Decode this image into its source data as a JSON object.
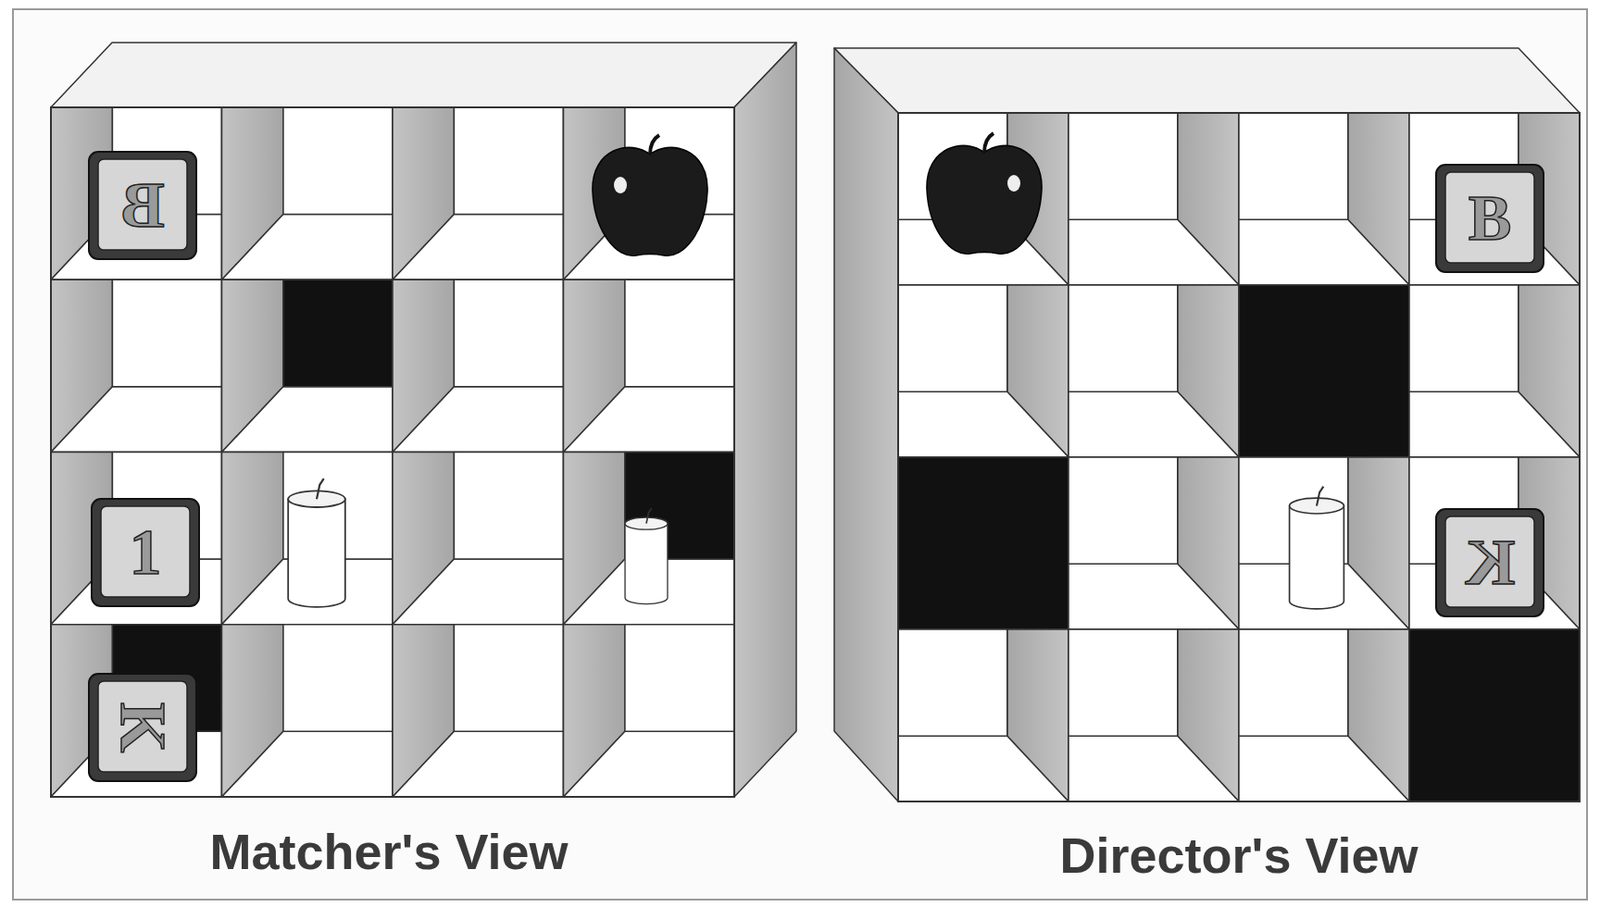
{
  "diagram": {
    "labels": [
      "Matcher's View",
      "Director's View",
      "B",
      "1",
      "K",
      "B",
      "K"
    ]
  }
}
